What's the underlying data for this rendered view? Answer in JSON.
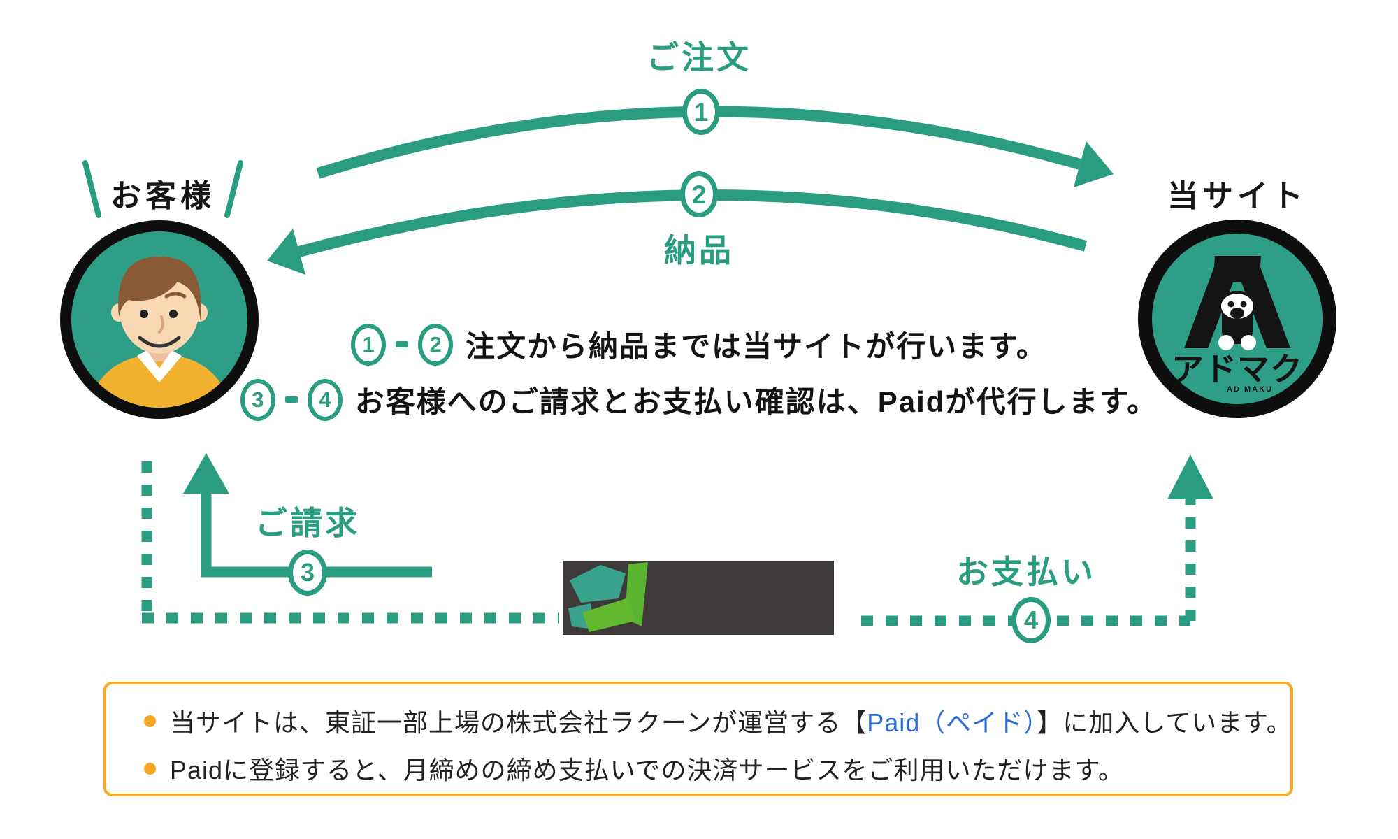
{
  "colors": {
    "green": "#2a9d80",
    "dark_text": "#161616",
    "link_blue": "#2b6bd4",
    "box_orange": "#f8a92c",
    "paid_box_dark": "#3e3a39",
    "paid_teal": "#3aa38d",
    "paid_green": "#5cb531"
  },
  "top_flow": {
    "order_label": "ご注文",
    "order_step": "1",
    "delivery_label": "納品",
    "delivery_step": "2"
  },
  "customer": {
    "label": "お客様"
  },
  "site": {
    "label": "当サイト",
    "logo_text": "アドマク",
    "logo_subtext": "AD MAKU"
  },
  "notes": [
    {
      "from": "1",
      "to": "2",
      "text": "注文から納品までは当サイトが行います。"
    },
    {
      "from": "3",
      "to": "4",
      "text": "お客様へのご請求とお支払い確認は、Paidが代行します。"
    }
  ],
  "bottom_flow": {
    "billing_label": "ご請求",
    "billing_step": "3",
    "payment_label": "お支払い",
    "payment_step": "4"
  },
  "info_box": {
    "lines": [
      {
        "pre": "当サイトは、東証一部上場の株式会社ラクーンが運営する【",
        "link": "Paid（ペイド）",
        "post": "】に加入しています。"
      },
      {
        "pre": "Paidに登録すると、月締めの締め支払いでの決済サービスをご利用いただけます。",
        "link": "",
        "post": ""
      }
    ]
  }
}
